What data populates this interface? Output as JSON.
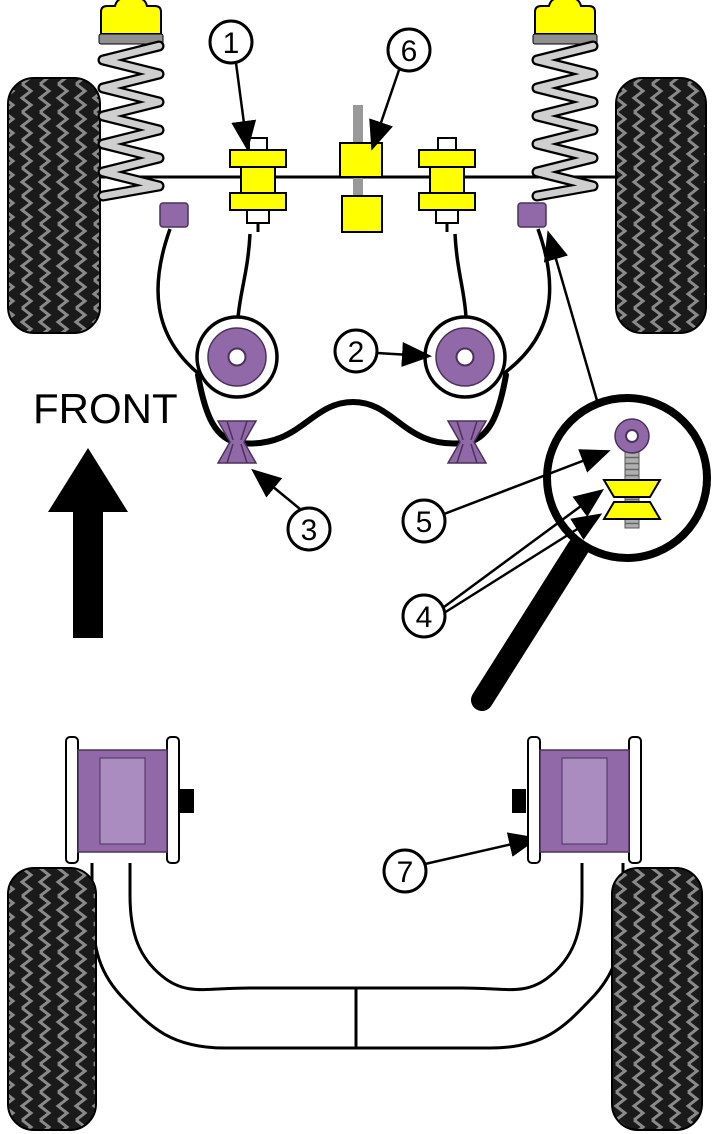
{
  "diagram": {
    "front_label": "FRONT",
    "callouts": [
      {
        "id": "1",
        "label": "1"
      },
      {
        "id": "2",
        "label": "2"
      },
      {
        "id": "3",
        "label": "3"
      },
      {
        "id": "4",
        "label": "4"
      },
      {
        "id": "5",
        "label": "5"
      },
      {
        "id": "6",
        "label": "6"
      },
      {
        "id": "7",
        "label": "7"
      }
    ]
  },
  "colors": {
    "bushing_purple": "#9269a8",
    "bushing_purple_light": "#ab8cc0",
    "bushing_purple_dark": "#4a3258",
    "part_yellow": "#ffff00",
    "spring_gray": "#cfcfcf",
    "metal_gray": "#999999",
    "tire_black": "#1a1a1a",
    "tread_gray": "#8a8a8a",
    "outline": "#000000",
    "background": "#ffffff"
  }
}
